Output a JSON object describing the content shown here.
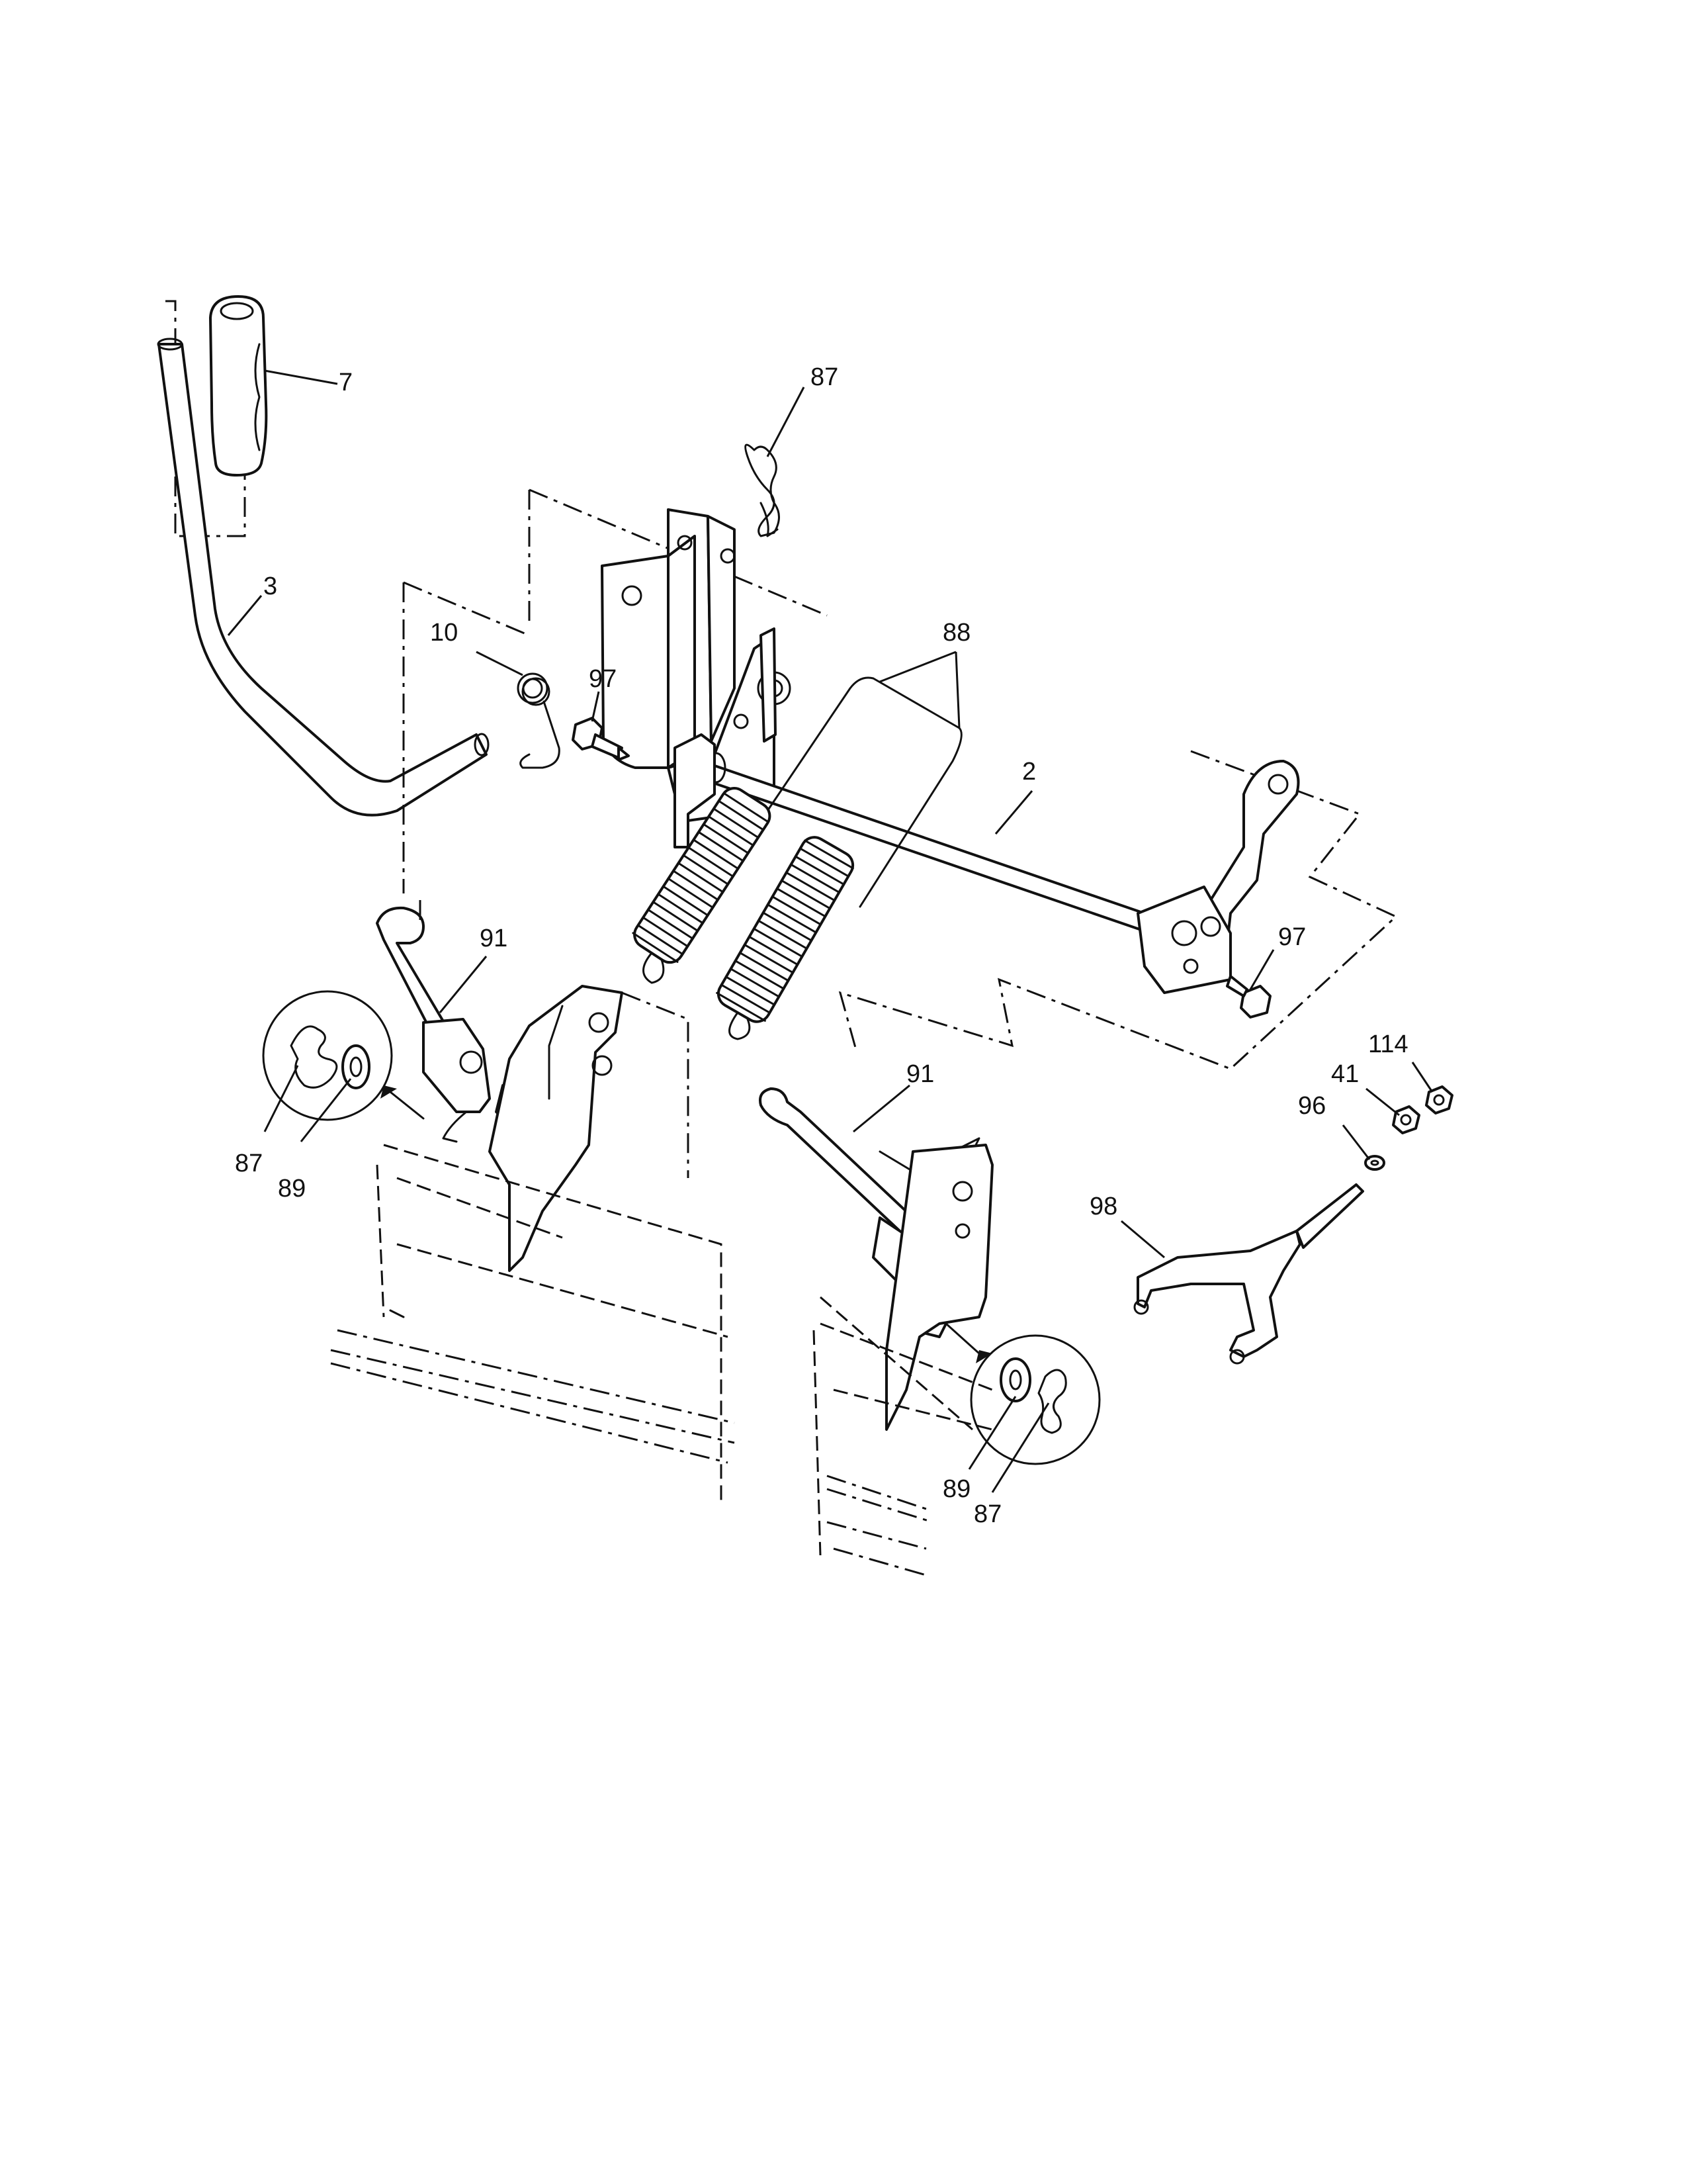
{
  "diagram": {
    "callouts": [
      {
        "id": "7",
        "text": "7"
      },
      {
        "id": "87-top",
        "text": "87"
      },
      {
        "id": "3",
        "text": "3"
      },
      {
        "id": "88",
        "text": "88"
      },
      {
        "id": "10",
        "text": "10"
      },
      {
        "id": "97-left",
        "text": "97"
      },
      {
        "id": "2",
        "text": "2"
      },
      {
        "id": "91-left",
        "text": "91"
      },
      {
        "id": "97-right",
        "text": "97"
      },
      {
        "id": "91-right",
        "text": "91"
      },
      {
        "id": "114",
        "text": "114"
      },
      {
        "id": "41",
        "text": "41"
      },
      {
        "id": "96",
        "text": "96"
      },
      {
        "id": "98",
        "text": "98"
      },
      {
        "id": "87-left",
        "text": "87"
      },
      {
        "id": "89-left",
        "text": "89"
      },
      {
        "id": "89-right",
        "text": "89"
      },
      {
        "id": "87-right",
        "text": "87"
      }
    ]
  }
}
